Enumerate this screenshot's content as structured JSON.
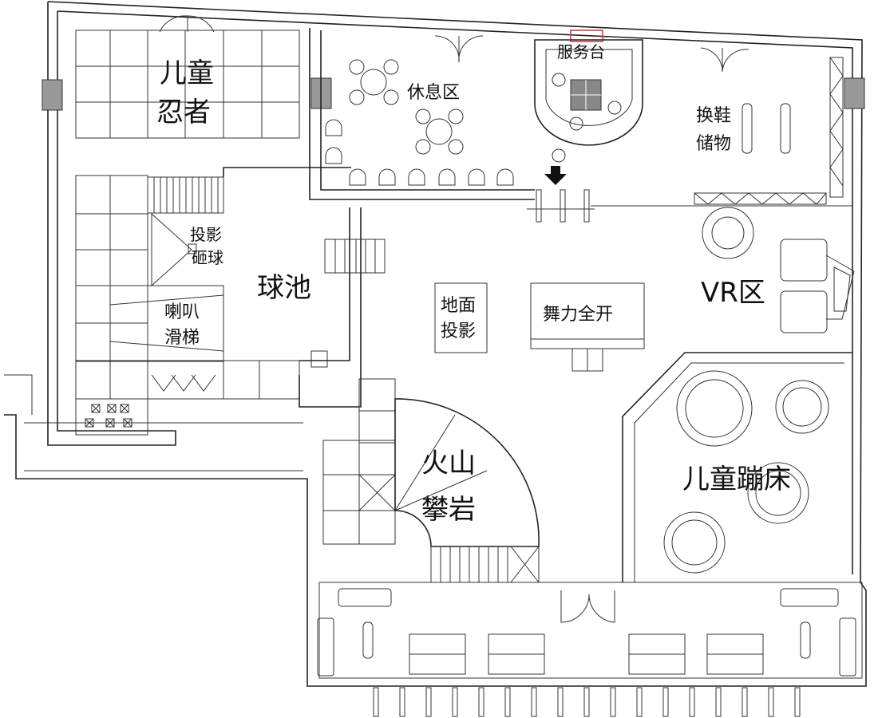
{
  "zones": {
    "kids_ninja": [
      "儿童",
      "忍者"
    ],
    "rest_area": "休息区",
    "service_desk": "服务台",
    "shoe_storage": [
      "换鞋",
      "储物"
    ],
    "projection_ball": [
      "投影",
      "砸球"
    ],
    "ball_pool": "球池",
    "trumpet_slide": [
      "喇叭",
      "滑梯"
    ],
    "floor_projection": [
      "地面",
      "投影"
    ],
    "dance_power": "舞力全开",
    "vr_zone": "VR区",
    "volcano_climb": [
      "火山",
      "攀岩"
    ],
    "trampoline": "儿童蹦床"
  },
  "colors": {
    "line": "#222222",
    "accent": "#cc3344"
  }
}
